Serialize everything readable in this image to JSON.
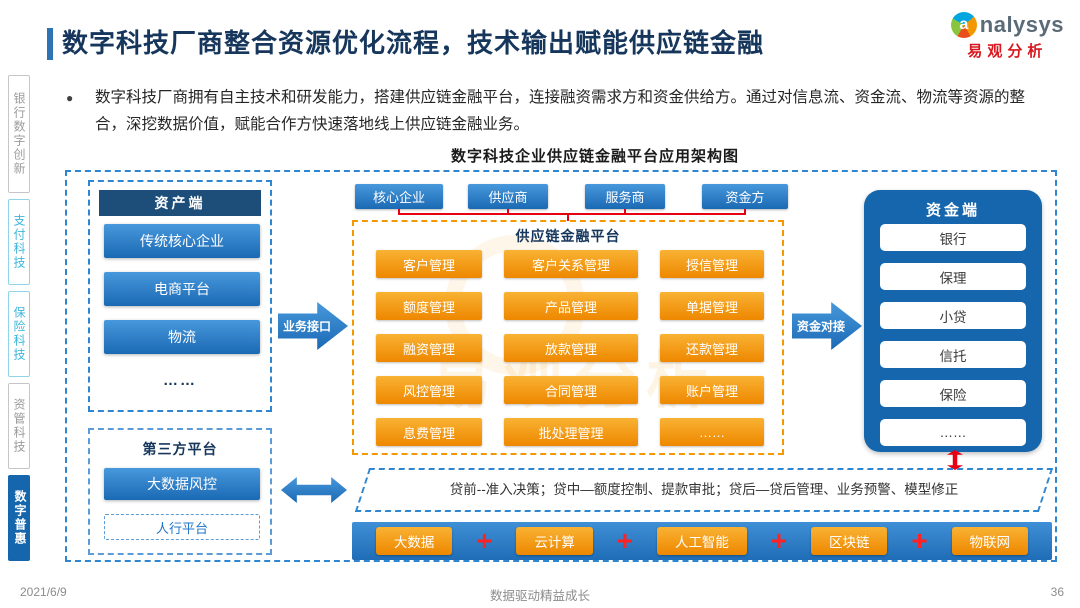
{
  "header": {
    "title": "数字科技厂商整合资源优化流程，技术输出赋能供应链金融",
    "logo": {
      "initial": "a",
      "brand": "nalysys",
      "sub": "易观分析"
    }
  },
  "intro": {
    "bullet": "●",
    "text": "数字科技厂商拥有自主技术和研发能力，搭建供应链金融平台，连接融资需求方和资金供给方。通过对信息流、资金流、物流等资源的整合，深挖数据价值，赋能合作方快速落地线上供应链金融业务。"
  },
  "diagram_title": "数字科技企业供应链金融平台应用架构图",
  "sidebar": {
    "items": [
      {
        "label": "银行数字创新"
      },
      {
        "label": "支付科技"
      },
      {
        "label": "保险科技"
      },
      {
        "label": "资管科技"
      },
      {
        "label": "数字普惠"
      }
    ]
  },
  "asset_panel": {
    "title": "资产端",
    "items": [
      "传统核心企业",
      "电商平台",
      "物流",
      "……"
    ]
  },
  "third_party": {
    "title": "第三方平台",
    "primary": "大数据风控",
    "secondary": "人行平台"
  },
  "arrows": {
    "left": "业务接口",
    "right": "资金对接"
  },
  "top_row": [
    "核心企业",
    "供应商",
    "服务商",
    "资金方"
  ],
  "platform": {
    "title": "供应链金融平台",
    "rows": [
      [
        "客户管理",
        "客户关系管理",
        "授信管理"
      ],
      [
        "额度管理",
        "产品管理",
        "单据管理"
      ],
      [
        "融资管理",
        "放款管理",
        "还款管理"
      ],
      [
        "风控管理",
        "合同管理",
        "账户管理"
      ],
      [
        "息费管理",
        "批处理管理",
        "……"
      ]
    ]
  },
  "funds": {
    "title": "资金端",
    "items": [
      "银行",
      "保理",
      "小贷",
      "信托",
      "保险",
      "……"
    ]
  },
  "process_note": "贷前--准入决策；贷中—额度控制、提款审批；贷后—贷后管理、业务预警、模型修正",
  "tech_bar": {
    "items": [
      "大数据",
      "云计算",
      "人工智能",
      "区块链",
      "物联网"
    ],
    "plus": "+"
  },
  "watermark": "易观分析",
  "footer": {
    "date": "2021/6/9",
    "slogan": "数据驱动精益成长",
    "page": "36"
  }
}
